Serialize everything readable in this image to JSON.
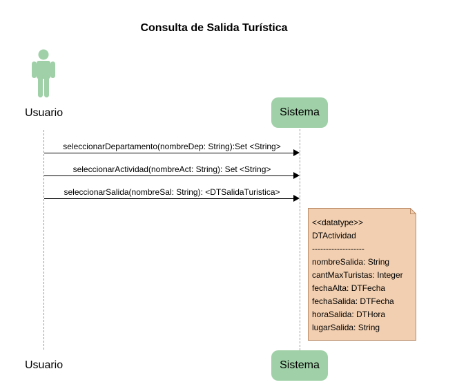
{
  "title": "Consulta de Salida Turística",
  "actor": {
    "name": "Usuario",
    "color": "#9fd0a7"
  },
  "participant": {
    "name": "Sistema",
    "color": "#9fd0a7"
  },
  "messages": [
    {
      "label": "seleccionarDepartamento(nombreDep: String):Set <String>"
    },
    {
      "label": "seleccionarActividad(nombreAct: String): Set <String>"
    },
    {
      "label": "seleccionarSalida(nombreSal: String): <DTSalidaTuristica>"
    }
  ],
  "note": {
    "fill": "#f2cfb0",
    "stroke": "#b98a66",
    "lines": [
      "<<datatype>>",
      "DTActividad",
      "-------------------",
      "nombreSalida: String",
      "cantMaxTuristas: Integer",
      "fechaAlta: DTFecha",
      "fechaSalida: DTFecha",
      "horaSalida: DTHora",
      "lugarSalida: String"
    ]
  }
}
